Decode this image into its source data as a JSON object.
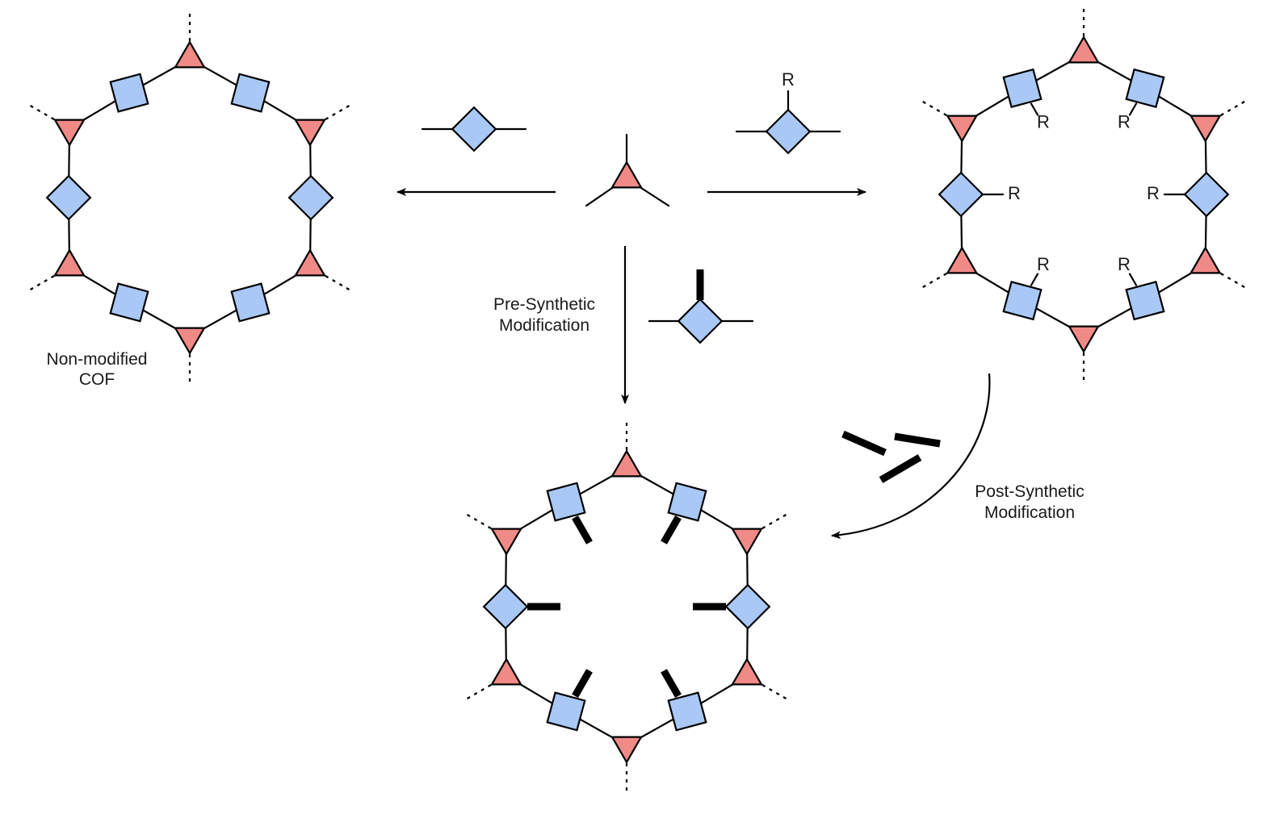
{
  "labels": {
    "non_modified_line1": "Non-modified",
    "non_modified_line2": "COF",
    "pre_line1": "Pre-Synthetic",
    "pre_line2": "Modification",
    "post_line1": "Post-Synthetic",
    "post_line2": "Modification",
    "substituent": "R"
  },
  "colors": {
    "triangle_fill": "#f08a86",
    "square_fill": "#a9c8f5",
    "line": "#000000"
  }
}
